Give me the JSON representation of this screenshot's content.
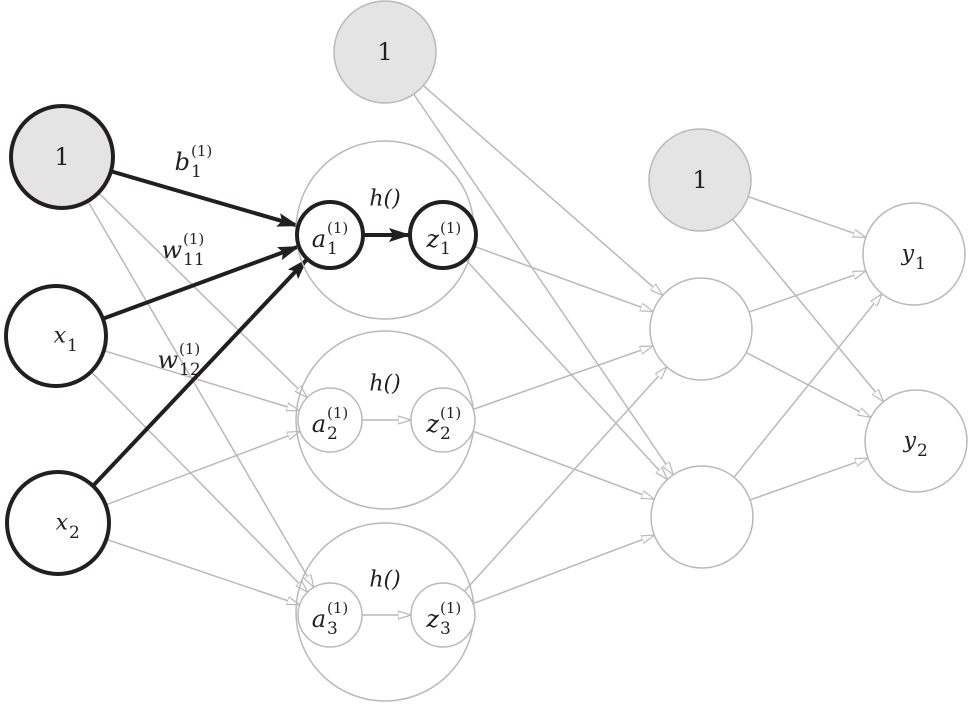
{
  "diagram": {
    "type": "neural-network",
    "colors": {
      "highlight": "#231f20",
      "faded": "#b9b9b9",
      "bias_fill": "#e3e4e3",
      "node_fill": "#ffffff"
    },
    "layers": [
      {
        "name": "input",
        "nodes": [
          {
            "id": "b0",
            "label": "1",
            "bias": true,
            "highlight": true
          },
          {
            "id": "x1",
            "label": "x",
            "sub": "1",
            "highlight": true
          },
          {
            "id": "x2",
            "label": "x",
            "sub": "2",
            "highlight": true
          }
        ]
      },
      {
        "name": "hidden-1",
        "activation_label": "h()",
        "units": [
          {
            "a": {
              "label": "a",
              "sub": "1",
              "sup": "(1)"
            },
            "z": {
              "label": "z",
              "sub": "1",
              "sup": "(1)"
            },
            "highlight": true
          },
          {
            "a": {
              "label": "a",
              "sub": "2",
              "sup": "(1)"
            },
            "z": {
              "label": "z",
              "sub": "2",
              "sup": "(1)"
            },
            "highlight": false
          },
          {
            "a": {
              "label": "a",
              "sub": "3",
              "sup": "(1)"
            },
            "z": {
              "label": "z",
              "sub": "3",
              "sup": "(1)"
            },
            "highlight": false
          }
        ],
        "bias": {
          "id": "b1",
          "label": "1"
        }
      },
      {
        "name": "hidden-2",
        "nodes": [
          {
            "id": "h2_1",
            "label": ""
          },
          {
            "id": "h2_2",
            "label": ""
          }
        ],
        "bias": {
          "id": "b2",
          "label": "1"
        }
      },
      {
        "name": "output",
        "nodes": [
          {
            "id": "y1",
            "label": "y",
            "sub": "1"
          },
          {
            "id": "y2",
            "label": "y",
            "sub": "2"
          }
        ]
      }
    ],
    "edge_labels": [
      {
        "id": "b",
        "label": "b",
        "sub": "1",
        "sup": "(1)"
      },
      {
        "id": "w11",
        "label": "w",
        "sub": "11",
        "sup": "(1)"
      },
      {
        "id": "w12",
        "label": "w",
        "sub": "12",
        "sup": "(1)"
      }
    ]
  }
}
